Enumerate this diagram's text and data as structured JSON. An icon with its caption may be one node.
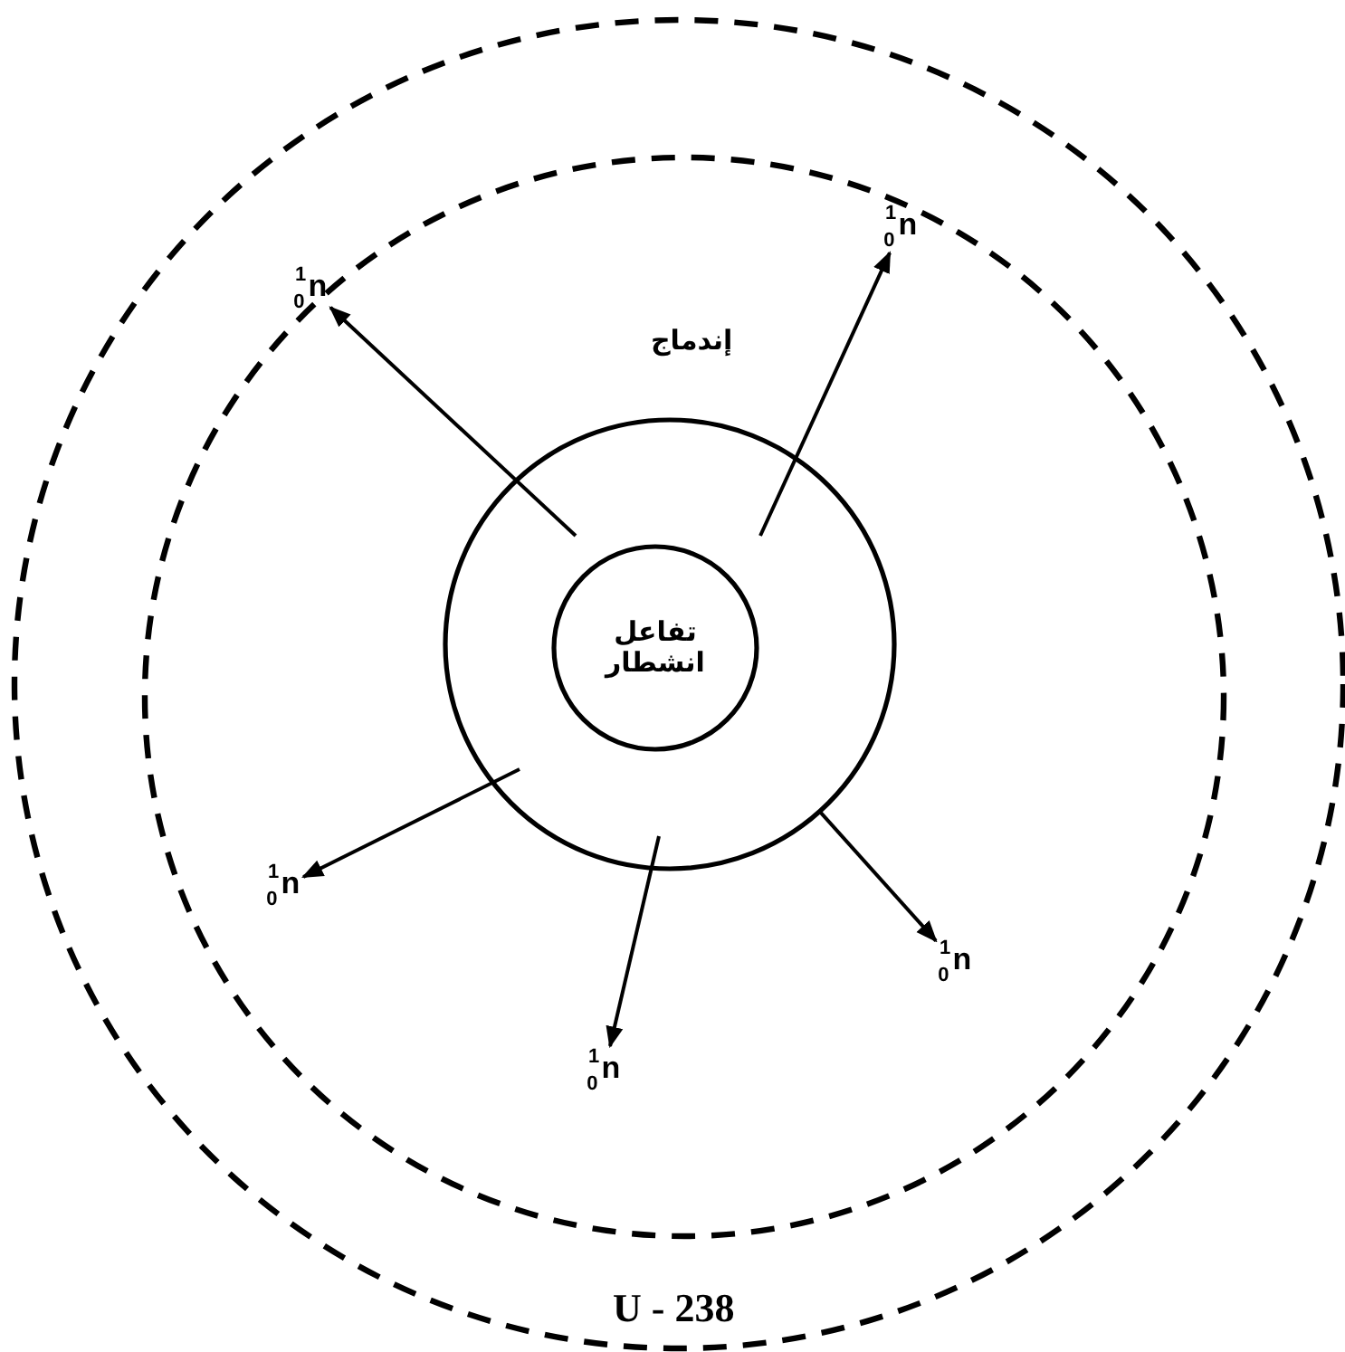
{
  "diagram": {
    "nodes": [
      {
        "text": [
          "U - 238"
        ]
      },
      {
        "text": [
          "إندماج"
        ],
        "in": 0
      },
      {
        "text": [],
        "shape": "circle",
        "in": 1
      },
      {
        "text": [
          "تفاعل انشطار"
        ],
        "in": 2
      },
      {
        "text": [
          "$^{1}$$_{0}$n"
        ],
        "in": 0
      },
      {
        "text": [
          "$^{1}$$_{0}$n"
        ],
        "in": 1
      },
      {
        "text": [
          "$^{1}$$_{0}$n"
        ],
        "in": 1
      },
      {
        "text": [
          "$^{1}$$_{0}$n"
        ],
        "in": 1
      },
      {
        "text": [
          "$^{1}$$_{0}$n"
        ],
        "in": 1
      }
    ],
    "edges": [
      {
        "from": null,
        "to": 4,
        "arrow": "to"
      },
      {
        "from": null,
        "to": 5,
        "arrow": "to"
      },
      {
        "from": null,
        "to": 6,
        "arrow": "to"
      },
      {
        "from": 2,
        "to": 7,
        "arrow": "to"
      },
      {
        "from": null,
        "to": 8,
        "arrow": "to"
      }
    ]
  }
}
